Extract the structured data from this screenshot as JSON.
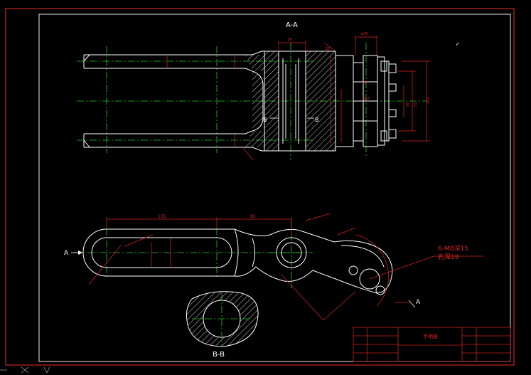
{
  "colors": {
    "background": "#000000",
    "frame_outer": "#cc2222",
    "frame_inner": "#e8e8e8",
    "part_line": "#ffffff",
    "hatch": "#ffffff",
    "center_line": "#22cc22",
    "dimension": "#dd2222",
    "title_block_text": "#dd2222",
    "view_label": "#ffffff"
  },
  "views": {
    "section_aa_label": "A-A",
    "section_bb_label": "B-B",
    "cut_b_left": "B",
    "cut_b_right": "B",
    "view_arrow_a_left": "A",
    "view_arrow_a_right": "A"
  },
  "callouts": {
    "thread_spec": "6-M8深15",
    "hole_depth": "孔深19"
  },
  "dimensions": {
    "length_135": "135",
    "length_85": "85",
    "height_100": "100"
  },
  "title_block": {
    "part_name": "手柄座"
  }
}
